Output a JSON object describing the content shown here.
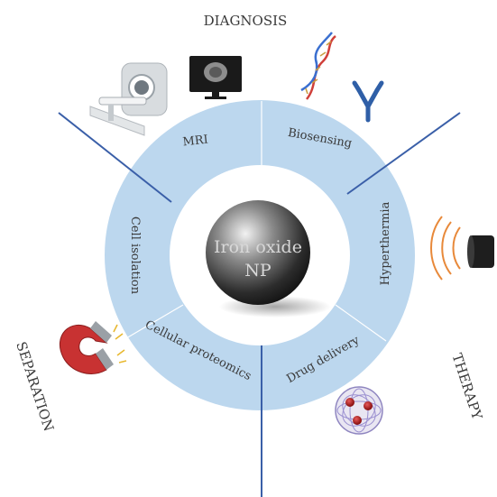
{
  "diagram": {
    "center_label_line1": "Iron oxide",
    "center_label_line2": "NP",
    "categories": {
      "diagnosis": "DIAGNOSIS",
      "therapy": "THERAPY",
      "separation": "SEPARATION"
    },
    "segments": {
      "mri": "MRI",
      "biosensing": "Biosensing",
      "hyperthermia": "Hyperthermia",
      "drug_delivery": "Drug delivery",
      "cellular_proteomics": "Cellular proteomics",
      "cell_isolation": "Cell isolation"
    },
    "icons": [
      "mri-scanner-icon",
      "monitor-brain-icon",
      "dna-icon",
      "antibody-icon",
      "magnetic-field-waves-icon",
      "magnet-icon",
      "nanoparticle-drug-icon"
    ],
    "colors": {
      "ring": "#bcd7ee",
      "divider_line": "#3a5fa8",
      "sphere_dark": "#1e1e1e",
      "text": "#3a3a3a"
    }
  }
}
